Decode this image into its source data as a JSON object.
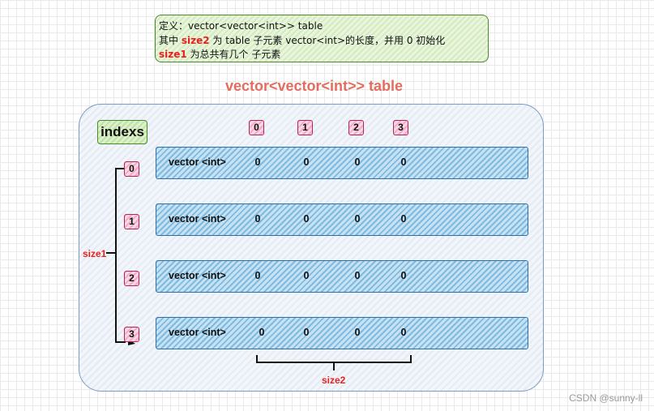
{
  "definition": {
    "line1": "定义：vector<vector<int>> table",
    "line2_pre": "其中 ",
    "line2_red": "size2",
    "line2_post": " 为 table 子元素 vector<int>的长度，并用 0 初始化",
    "line3_red": "size1",
    "line3_post": " 为总共有几个 子元素"
  },
  "title": "vector<vector<int>>  table",
  "indexs_label": "indexs",
  "column_indexes": [
    "0",
    "1",
    "2",
    "3"
  ],
  "row_indexes": [
    "0",
    "1",
    "2",
    "3"
  ],
  "rows": [
    {
      "label": "vector <int>",
      "values": [
        "0",
        "0",
        "0",
        "0"
      ]
    },
    {
      "label": "vector <int>",
      "values": [
        "0",
        "0",
        "0",
        "0"
      ]
    },
    {
      "label": "vector <int>",
      "values": [
        "0",
        "0",
        "0",
        "0"
      ]
    },
    {
      "label": "vector <int>",
      "values": [
        "0",
        "0",
        "0",
        "0"
      ]
    }
  ],
  "size1_label": "size1",
  "size2_label": "size2",
  "watermark": "CSDN @sunny-ll",
  "colors": {
    "definition_bg": "#d5ecc2",
    "indexs_bg": "#bfe1a4",
    "index_box_bg": "#f3a9c4",
    "row_bg": "#7fbbe0",
    "table_bg": "#e4ebf4",
    "title": "#e36c5e",
    "size_labels": "#e8211d"
  }
}
